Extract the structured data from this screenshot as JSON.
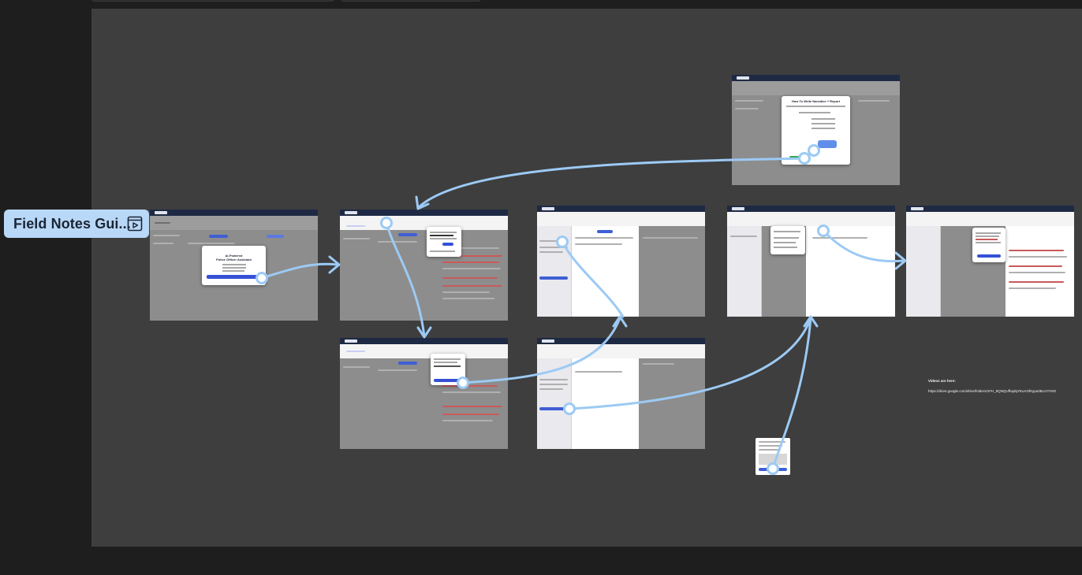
{
  "flow_label": {
    "text": "Field Notes Gui...",
    "icon": "play-in-frame-icon"
  },
  "frames": {
    "welcome_modal": {
      "title": "AI-Powered",
      "subtitle": "Police Officer Assistant"
    },
    "report_modal": {
      "title": "How To Write Narrative + Report"
    }
  },
  "notes": {
    "videos_label": "Videos are here:",
    "videos_url": "https://drive.google.com/drive/folders/1FH_8QNQUfhqdqYEuAOf6ypa3BLO7cNO"
  },
  "colors": {
    "canvas": "#3e3e3e",
    "connector": "#9ccaf4",
    "label_bg": "#b9d8f8",
    "app_header": "#1e2a44",
    "accent": "#3551d6"
  }
}
